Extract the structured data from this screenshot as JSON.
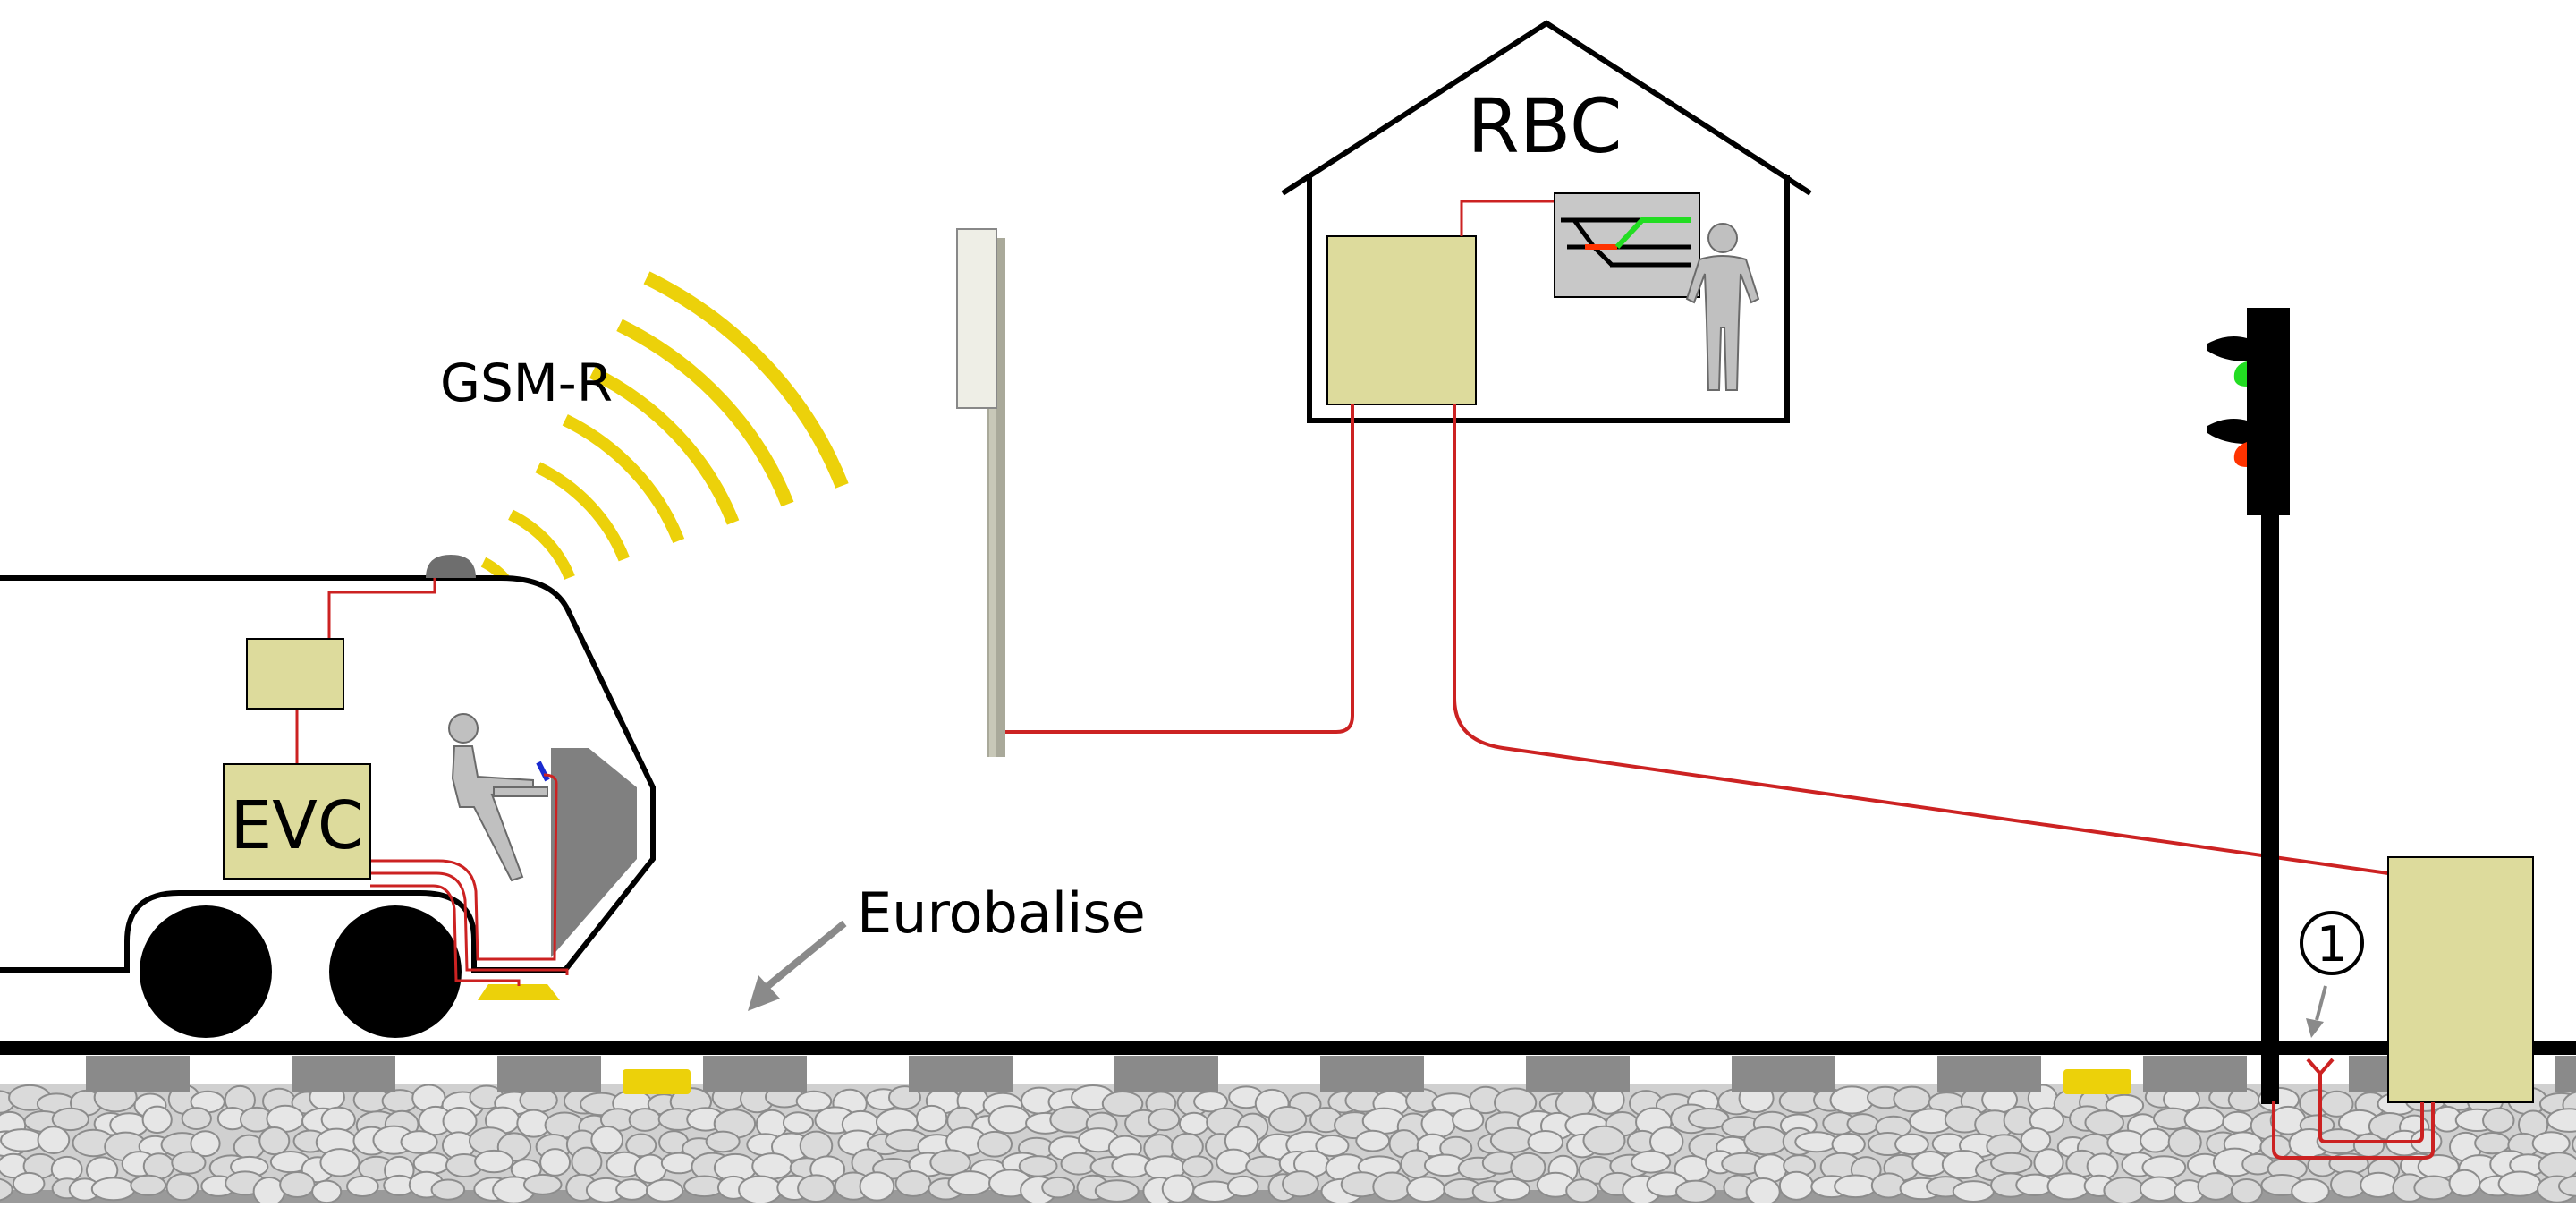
{
  "labels": {
    "rbc": "RBC",
    "gsm": "GSM-R",
    "evc": "EVC",
    "eurobalise": "Eurobalise",
    "marker": "1"
  },
  "colors": {
    "equipment_fill": "#dddb9c",
    "wire": "#cc2222",
    "radio_waves": "#ecd10a",
    "balise": "#ecd10a",
    "signal_green": "#22dd22",
    "signal_red": "#ff3300",
    "sleeper": "#8a8a8a",
    "ballast": "#d4d4d4",
    "figure": "#c0c0c0",
    "panel": "#c8c8c8"
  },
  "icons": {
    "train": "train-icon",
    "driver": "driver-figure-icon",
    "dispatcher": "dispatcher-figure-icon",
    "signal": "railway-signal-icon",
    "mast": "gsm-r-mast-icon",
    "building": "rbc-building-icon"
  }
}
